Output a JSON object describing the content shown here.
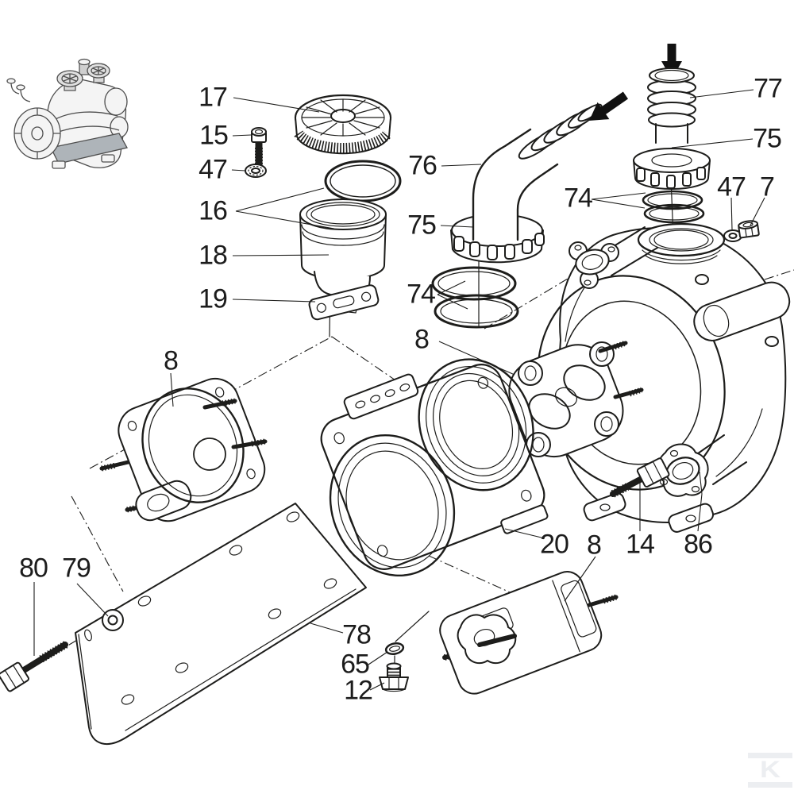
{
  "diagram": {
    "title": "pump exploded parts diagram",
    "callouts": [
      {
        "ref": "17",
        "part": "filter cover"
      },
      {
        "ref": "15",
        "part": "screw"
      },
      {
        "ref": "47",
        "part": "washer"
      },
      {
        "ref": "16",
        "part": "o-ring"
      },
      {
        "ref": "18",
        "part": "filter bowl"
      },
      {
        "ref": "19",
        "part": "bracket"
      },
      {
        "ref": "8",
        "part": "head cover left"
      },
      {
        "ref": "76",
        "part": "elbow hose fitting"
      },
      {
        "ref": "75",
        "part": "ring nut left"
      },
      {
        "ref": "74",
        "part": "o-rings left"
      },
      {
        "ref": "8",
        "part": "valve cover inner"
      },
      {
        "ref": "77",
        "part": "hose fitting"
      },
      {
        "ref": "75",
        "part": "ring nut right"
      },
      {
        "ref": "47",
        "part": "washer right"
      },
      {
        "ref": "7",
        "part": "nut"
      },
      {
        "ref": "74",
        "part": "o-rings right"
      },
      {
        "ref": "20",
        "part": "pump head"
      },
      {
        "ref": "8",
        "part": "head cover bottom"
      },
      {
        "ref": "14",
        "part": "bolt"
      },
      {
        "ref": "86",
        "part": "flange connection"
      },
      {
        "ref": "80",
        "part": "bolt"
      },
      {
        "ref": "79",
        "part": "spacer"
      },
      {
        "ref": "78",
        "part": "mounting plate"
      },
      {
        "ref": "65",
        "part": "o-ring"
      },
      {
        "ref": "12",
        "part": "plug"
      }
    ]
  },
  "watermark": {
    "letter": "K"
  },
  "colors": {
    "line": "#1d1d1b",
    "background": "#ffffff",
    "watermark": "#eceef1"
  }
}
